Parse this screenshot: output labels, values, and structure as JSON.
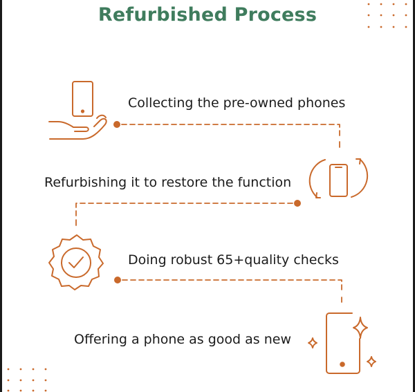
{
  "title": "Refurbished Process",
  "steps": [
    {
      "text": "Collecting the pre-owned phones",
      "icon": "hand-holding-phone-icon"
    },
    {
      "text": "Refurbishing it to restore the function",
      "icon": "phone-refresh-icon"
    },
    {
      "text": "Doing robust 65+quality checks",
      "icon": "quality-check-badge-icon"
    },
    {
      "text": "Offering a phone as good as new",
      "icon": "sparkling-phone-icon"
    }
  ],
  "colors": {
    "title": "#3f7c5d",
    "accent": "#c9692b",
    "text": "#1b1b1b"
  }
}
